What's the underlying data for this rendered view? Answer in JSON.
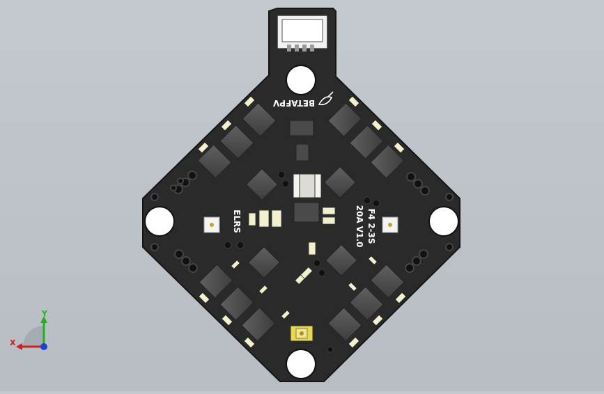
{
  "board": {
    "brand": "BETAFPV",
    "model_line1": "F4 2-3S",
    "model_line2": "20A V1.0",
    "rx_label": "ELRS"
  },
  "triad": {
    "x_label": "X",
    "y_label": "Y"
  },
  "colors": {
    "background": "#bfc4ca",
    "pcb": "#2a2a2a",
    "pcb_edge": "#1a1a1a",
    "component": "#4a4a4a",
    "component_top": "#5c5c5c",
    "led": "#f2f0cf",
    "pad_yellow": "#e9d94a",
    "x_axis": "#d22020",
    "y_axis": "#20b020",
    "z_axis": "#2040d0"
  }
}
